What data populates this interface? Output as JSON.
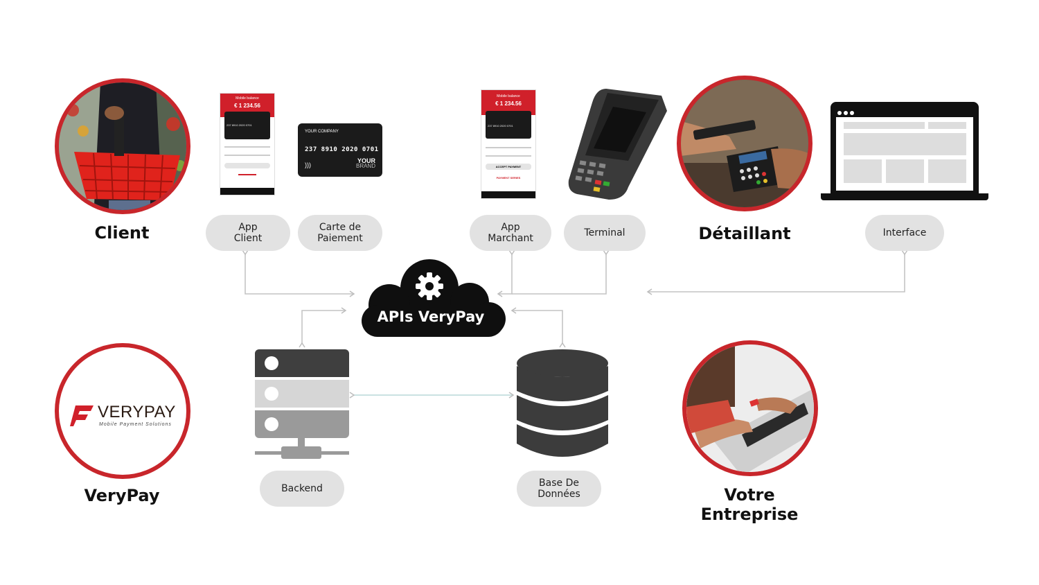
{
  "actors": {
    "client": {
      "label": "Client",
      "image": "shopper-with-red-basket-photo"
    },
    "detaillant": {
      "label": "Détaillant",
      "image": "contactless-payment-terminal-photo"
    },
    "verypay": {
      "label": "VeryPay",
      "image": "verypay-logo"
    },
    "entreprise": {
      "label": "Votre Entreprise",
      "image": "hands-typing-laptop-photo"
    }
  },
  "logo": {
    "brand": "VERYPAY",
    "tagline": "Mobile Payment Solutions"
  },
  "pills": {
    "app_client": "App\nClient",
    "carte": "Carte de\nPaiement",
    "app_marchant": "App\nMarchant",
    "terminal": "Terminal",
    "interface": "Interface",
    "backend": "Backend",
    "database": "Base De\nDonnées"
  },
  "cloud": {
    "label": "APIs VeryPay",
    "icon": "gear-icon"
  },
  "card": {
    "company": "YOUR COMPANY",
    "number": "237 8910 2020 0701",
    "brand_line1": "YOUR",
    "brand_line2": "BRAND"
  },
  "phone_client": {
    "header": "Mobile balance",
    "balance": "€ 1 234.56",
    "card_number": "237 8910 2020 0701"
  },
  "phone_merchant": {
    "header": "Mobile balance",
    "balance": "€ 1 234.56",
    "card_number": "237 8910 2020 0701",
    "button": "ACCEPT PAYMENT",
    "link": "PAYMENT SERIES"
  },
  "colors": {
    "accent": "#c8262b",
    "pill": "#e2e2e2",
    "dark": "#111111",
    "arrow": "#bdbdbd"
  }
}
